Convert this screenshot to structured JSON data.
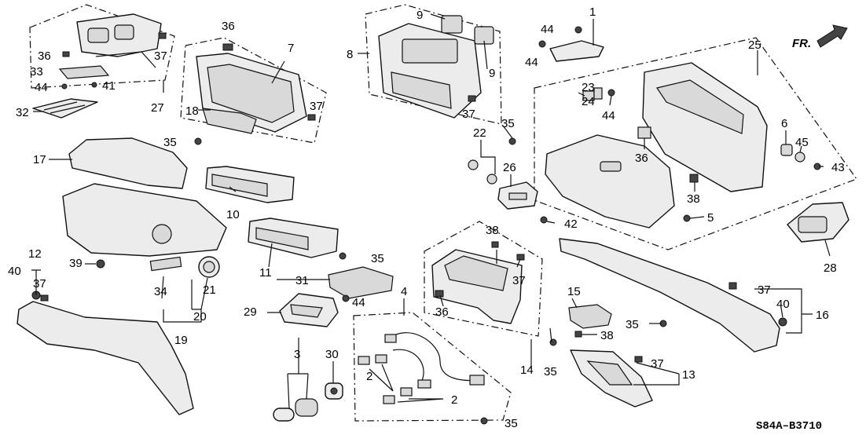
{
  "diagram": {
    "reference_code": "S84A–B3710",
    "direction_marker": "FR.",
    "callouts": [
      {
        "id": "c1",
        "text": "1"
      },
      {
        "id": "c2a",
        "text": "2"
      },
      {
        "id": "c2b",
        "text": "2"
      },
      {
        "id": "c3",
        "text": "3"
      },
      {
        "id": "c4",
        "text": "4"
      },
      {
        "id": "c5",
        "text": "5"
      },
      {
        "id": "c6",
        "text": "6"
      },
      {
        "id": "c7",
        "text": "7"
      },
      {
        "id": "c8",
        "text": "8"
      },
      {
        "id": "c9a",
        "text": "9"
      },
      {
        "id": "c9b",
        "text": "9"
      },
      {
        "id": "c10",
        "text": "10"
      },
      {
        "id": "c11",
        "text": "11"
      },
      {
        "id": "c12",
        "text": "12"
      },
      {
        "id": "c13",
        "text": "13"
      },
      {
        "id": "c14",
        "text": "14"
      },
      {
        "id": "c15",
        "text": "15"
      },
      {
        "id": "c16",
        "text": "16"
      },
      {
        "id": "c17",
        "text": "17"
      },
      {
        "id": "c18",
        "text": "18"
      },
      {
        "id": "c19",
        "text": "19"
      },
      {
        "id": "c20",
        "text": "20"
      },
      {
        "id": "c21",
        "text": "21"
      },
      {
        "id": "c22",
        "text": "22"
      },
      {
        "id": "c23",
        "text": "23"
      },
      {
        "id": "c24",
        "text": "24"
      },
      {
        "id": "c25",
        "text": "25"
      },
      {
        "id": "c26",
        "text": "26"
      },
      {
        "id": "c27",
        "text": "27"
      },
      {
        "id": "c28",
        "text": "28"
      },
      {
        "id": "c29",
        "text": "29"
      },
      {
        "id": "c30",
        "text": "30"
      },
      {
        "id": "c31",
        "text": "31"
      },
      {
        "id": "c32",
        "text": "32"
      },
      {
        "id": "c33",
        "text": "33"
      },
      {
        "id": "c34",
        "text": "34"
      },
      {
        "id": "c35a",
        "text": "35"
      },
      {
        "id": "c35b",
        "text": "35"
      },
      {
        "id": "c35c",
        "text": "35"
      },
      {
        "id": "c35d",
        "text": "35"
      },
      {
        "id": "c35e",
        "text": "35"
      },
      {
        "id": "c35f",
        "text": "35"
      },
      {
        "id": "c36a",
        "text": "36"
      },
      {
        "id": "c36b",
        "text": "36"
      },
      {
        "id": "c36c",
        "text": "36"
      },
      {
        "id": "c36d",
        "text": "36"
      },
      {
        "id": "c37a",
        "text": "37"
      },
      {
        "id": "c37b",
        "text": "37"
      },
      {
        "id": "c37c",
        "text": "37"
      },
      {
        "id": "c37d",
        "text": "37"
      },
      {
        "id": "c37e",
        "text": "37"
      },
      {
        "id": "c37f",
        "text": "37"
      },
      {
        "id": "c37g",
        "text": "37"
      },
      {
        "id": "c38a",
        "text": "38"
      },
      {
        "id": "c38b",
        "text": "38"
      },
      {
        "id": "c38c",
        "text": "38"
      },
      {
        "id": "c39",
        "text": "39"
      },
      {
        "id": "c40a",
        "text": "40"
      },
      {
        "id": "c40b",
        "text": "40"
      },
      {
        "id": "c41",
        "text": "41"
      },
      {
        "id": "c42",
        "text": "42"
      },
      {
        "id": "c43",
        "text": "43"
      },
      {
        "id": "c44a",
        "text": "44"
      },
      {
        "id": "c44b",
        "text": "44"
      },
      {
        "id": "c44c",
        "text": "44"
      },
      {
        "id": "c44d",
        "text": "44"
      },
      {
        "id": "c44e",
        "text": "44"
      },
      {
        "id": "c45",
        "text": "45"
      }
    ]
  }
}
